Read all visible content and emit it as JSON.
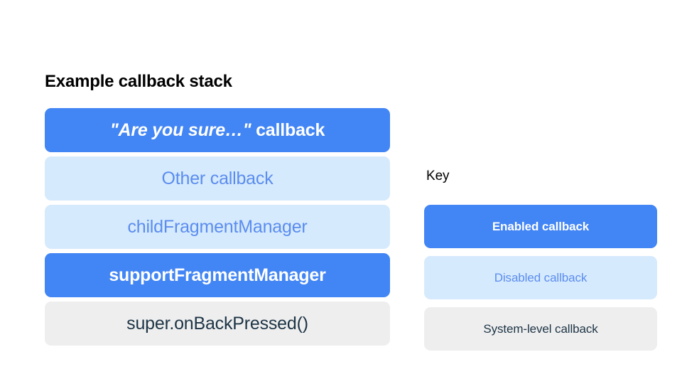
{
  "colors": {
    "background": "#ffffff",
    "enabled_fill": "#4285f4",
    "enabled_text": "#ffffff",
    "disabled_fill": "#d6eafd",
    "disabled_text": "#5b8def",
    "system_fill": "#eeeeee",
    "system_text": "#1d3446",
    "title_text": "#000000"
  },
  "stack": {
    "title": "Example callback stack",
    "items": [
      {
        "label": "\"Are you sure…\" callback",
        "quoted_part": "\"Are you sure…\"",
        "trailing_part": " callback",
        "state": "enabled",
        "emphasis": "italic-quote"
      },
      {
        "label": "Other callback",
        "state": "disabled",
        "emphasis": "none"
      },
      {
        "label": "childFragmentManager",
        "state": "disabled",
        "emphasis": "none"
      },
      {
        "label": "supportFragmentManager",
        "state": "enabled",
        "emphasis": "none"
      },
      {
        "label": "super.onBackPressed()",
        "state": "system",
        "emphasis": "none"
      }
    ]
  },
  "key": {
    "title": "Key",
    "items": [
      {
        "label": "Enabled callback",
        "state": "enabled"
      },
      {
        "label": "Disabled callback",
        "state": "disabled"
      },
      {
        "label": "System-level callback",
        "state": "system"
      }
    ]
  }
}
